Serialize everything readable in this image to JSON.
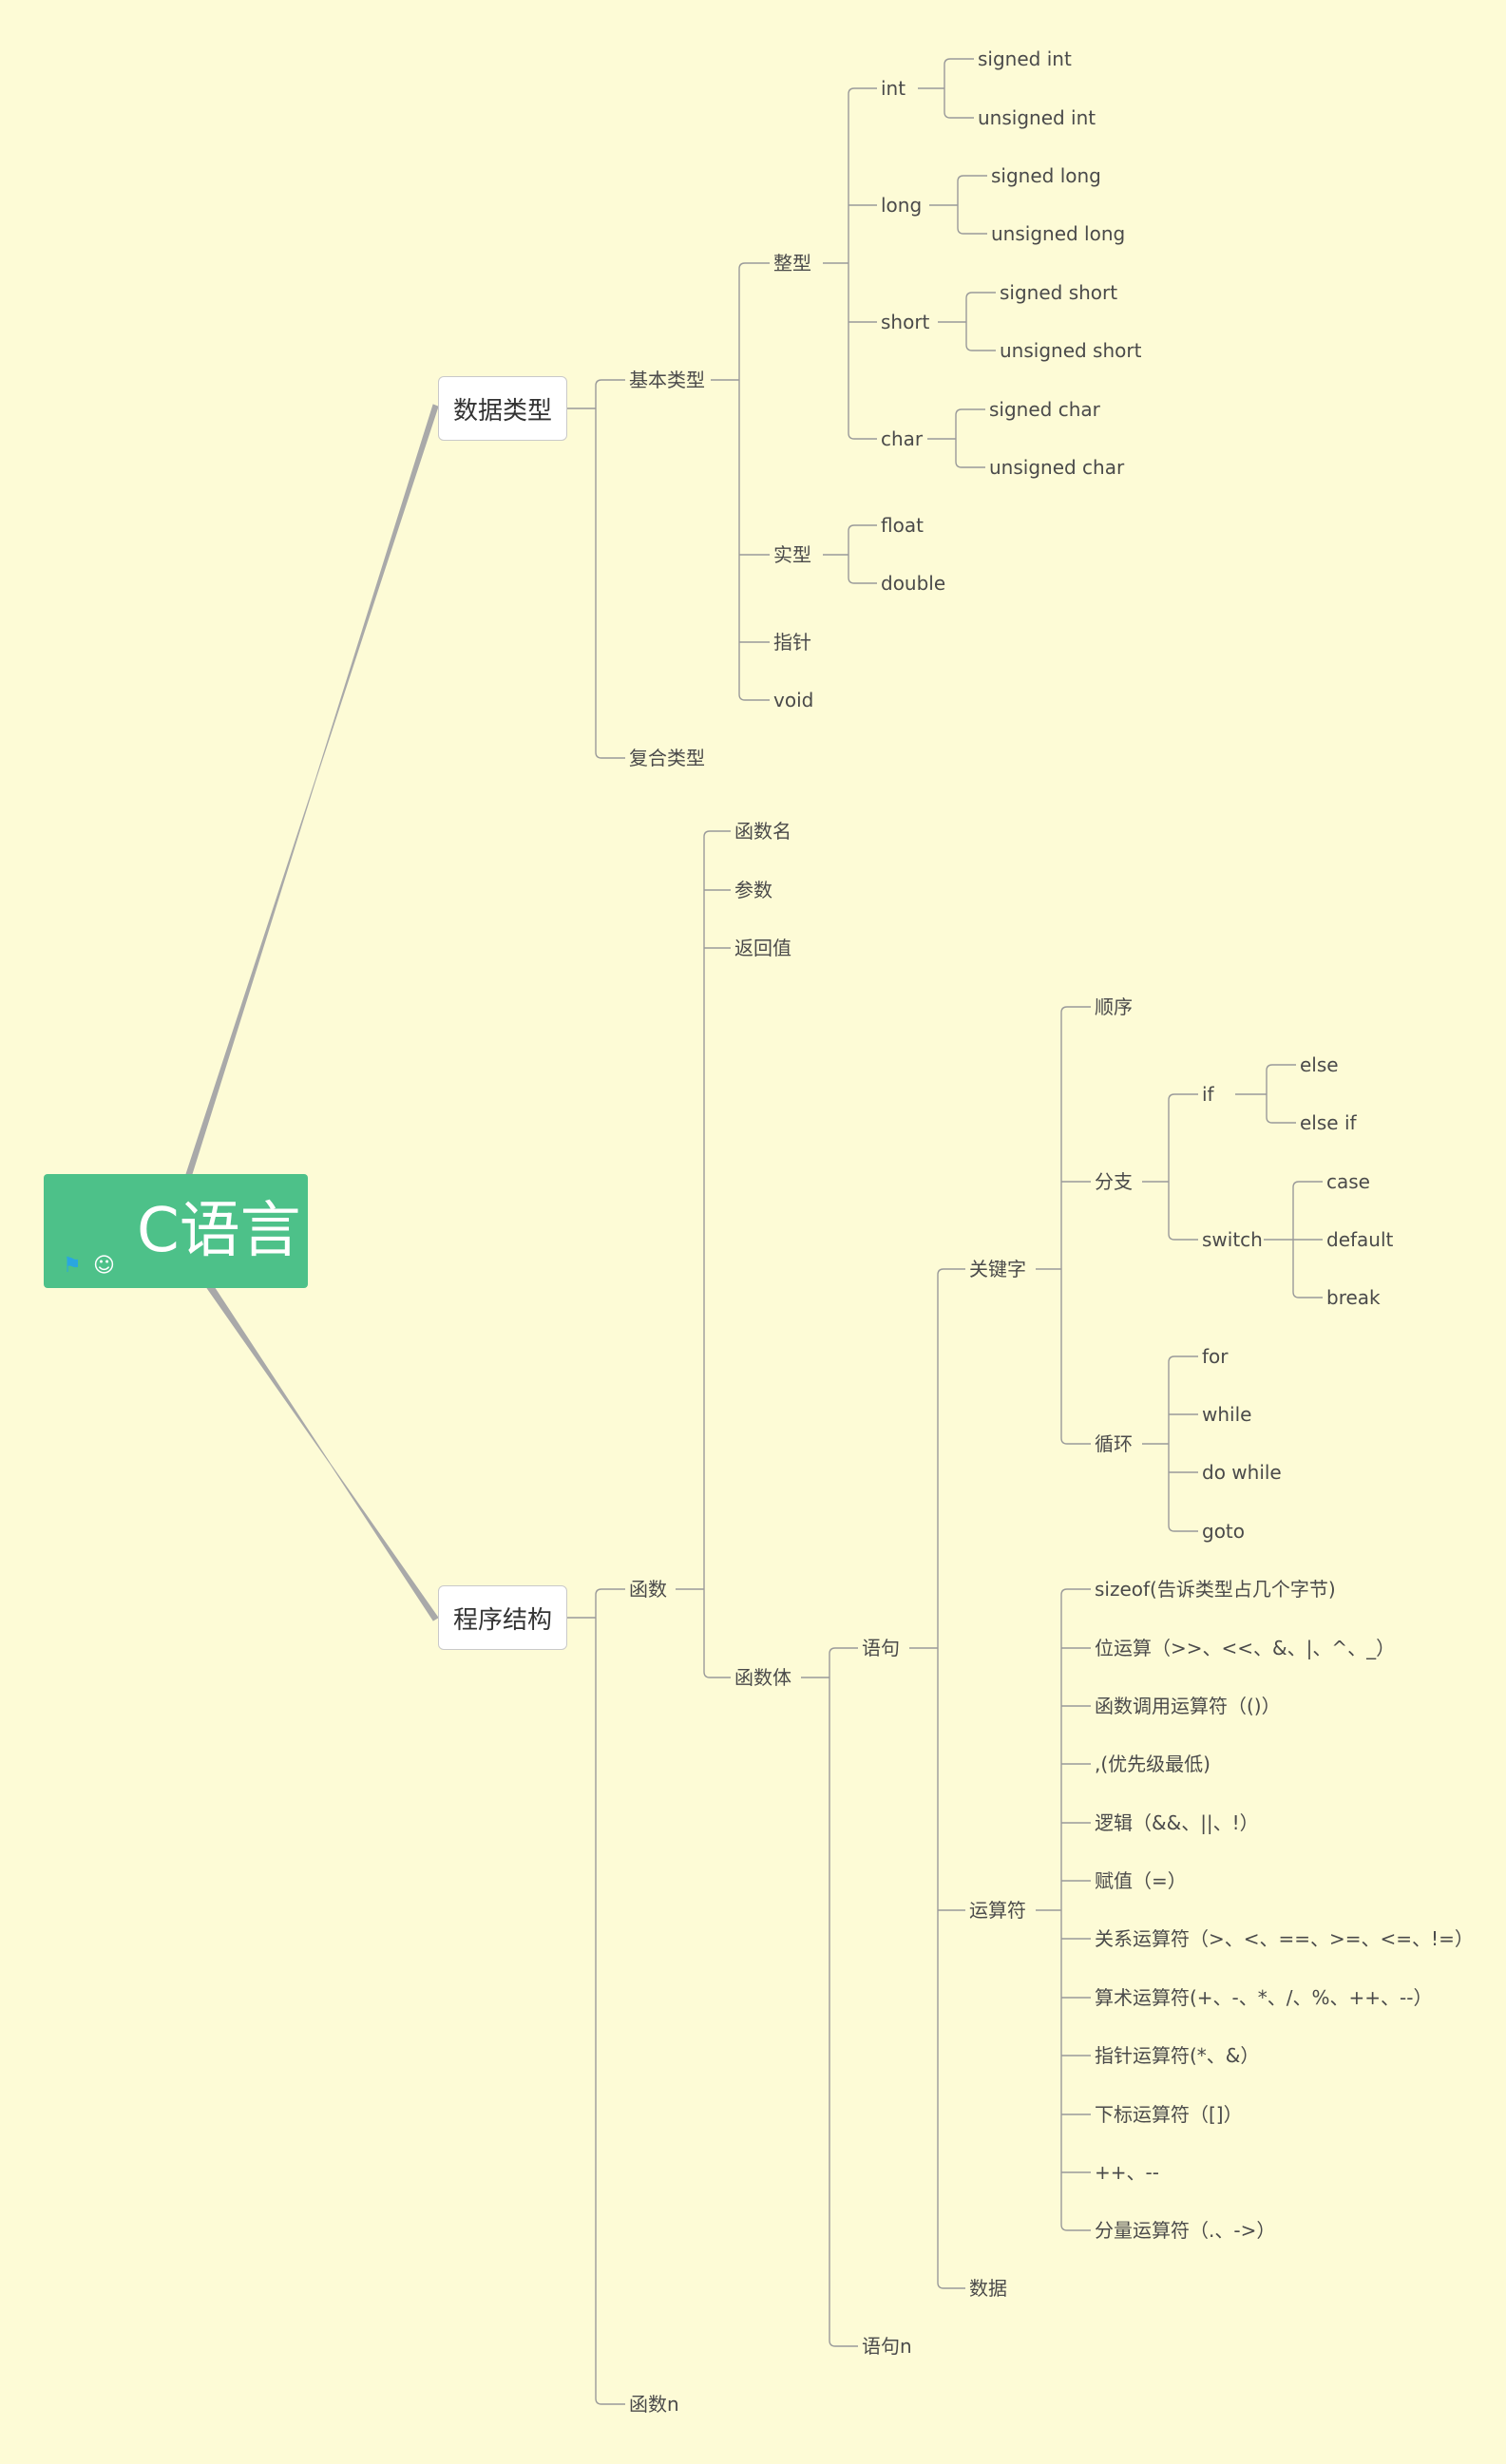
{
  "root": {
    "title": "C语言",
    "icons": [
      "flag-icon",
      "smiley-icon"
    ],
    "color": "#4dc189"
  },
  "branches": {
    "data_types": {
      "label": "数据类型",
      "basic": {
        "label": "基本类型",
        "integer": {
          "label": "整型",
          "int": {
            "label": "int",
            "children": [
              "signed int",
              "unsigned int"
            ]
          },
          "long": {
            "label": "long",
            "children": [
              "signed long",
              "unsigned long"
            ]
          },
          "short": {
            "label": "short",
            "children": [
              "signed short",
              "unsigned short"
            ]
          },
          "char": {
            "label": "char",
            "children": [
              "signed char",
              "unsigned char"
            ]
          }
        },
        "real": {
          "label": "实型",
          "children": [
            "float",
            "double"
          ]
        },
        "pointer": "指针",
        "void": "void"
      },
      "compound": "复合类型"
    },
    "program_structure": {
      "label": "程序结构",
      "function": {
        "label": "函数",
        "name": "函数名",
        "params": "参数",
        "return_value": "返回值",
        "body": {
          "label": "函数体",
          "statement": {
            "label": "语句",
            "keywords": {
              "label": "关键字",
              "sequence": "顺序",
              "branch": {
                "label": "分支",
                "if": {
                  "label": "if",
                  "children": [
                    "else",
                    "else if"
                  ]
                },
                "switch": {
                  "label": "switch",
                  "children": [
                    "case",
                    "default",
                    "break"
                  ]
                }
              },
              "loop": {
                "label": "循环",
                "children": [
                  "for",
                  "while",
                  "do while",
                  "goto"
                ]
              }
            },
            "operators": {
              "label": "运算符",
              "children": [
                "sizeof(告诉类型占几个字节)",
                "位运算（>>、<<、&、|、^、_）",
                "函数调用运算符（()）",
                ",(优先级最低)",
                "逻辑（&&、||、!）",
                "赋值（=）",
                "关系运算符（>、<、==、>=、<=、!=）",
                "算术运算符(+、-、*、/、%、++、--）",
                "指针运算符(*、&）",
                "下标运算符（[]）",
                "++、--",
                "分量运算符（.、->）"
              ]
            },
            "data": "数据"
          },
          "statement_n": "语句n"
        }
      },
      "function_n": "函数n"
    }
  },
  "colors": {
    "background": "#fdfbd6",
    "line": "#9a9a9a",
    "main_branch": "#a9a9a9",
    "text": "#4a4a4a"
  }
}
